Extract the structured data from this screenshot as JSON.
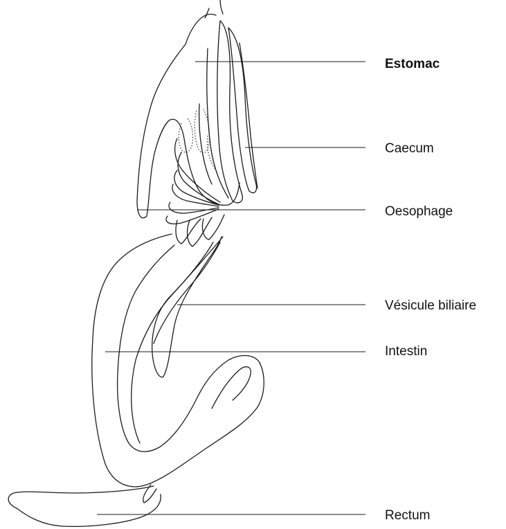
{
  "labels": {
    "estomac": "Estomac",
    "caecum": "Caecum",
    "oesophage": "Oesophage",
    "vesicule": "Vésicule biliaire",
    "intestin": "Intestin",
    "rectum": "Rectum"
  },
  "colors": {
    "ink": "#1a1a1a",
    "background": "#ffffff"
  }
}
